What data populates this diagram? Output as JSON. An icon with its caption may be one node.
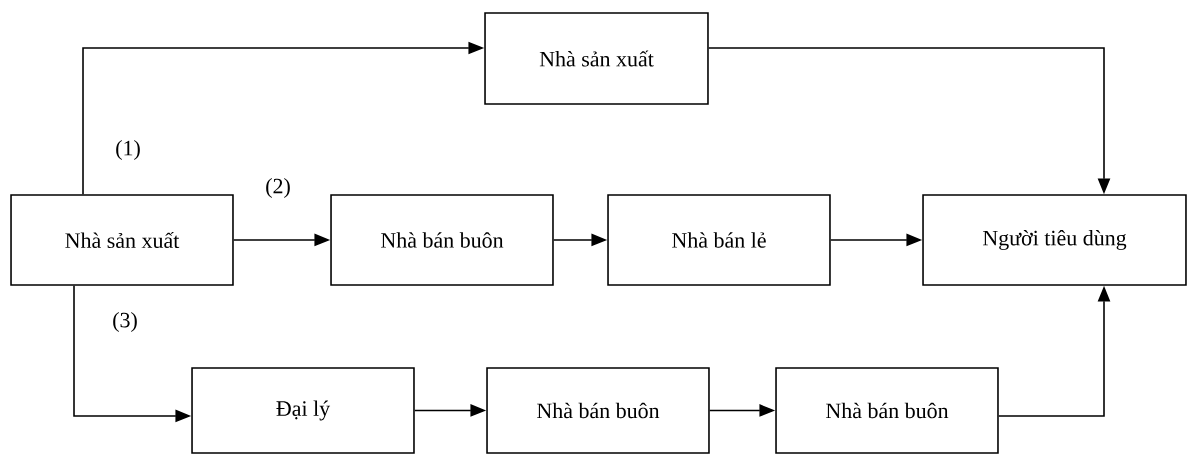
{
  "diagram": {
    "nodes": [
      {
        "text": [
          "Nhà sản xuất"
        ]
      },
      {
        "text": [
          "Nhà sản xuất"
        ]
      },
      {
        "text": [
          "Nhà bán buôn"
        ]
      },
      {
        "text": [
          "Nhà bán lẻ"
        ]
      },
      {
        "text": [
          "Người tiêu dùng"
        ]
      },
      {
        "text": [
          "Đại lý"
        ]
      },
      {
        "text": [
          "Nhà bán buôn"
        ]
      },
      {
        "text": [
          "Nhà bán buôn"
        ]
      }
    ],
    "edges": [
      {
        "from": 1,
        "to": 0,
        "arrow": "to"
      },
      {
        "from": 0,
        "to": 4,
        "arrow": "to"
      },
      {
        "from": 1,
        "to": 2,
        "arrow": "to"
      },
      {
        "from": 2,
        "to": 3,
        "arrow": "to"
      },
      {
        "from": 3,
        "to": 4,
        "arrow": "to"
      },
      {
        "from": 1,
        "to": 5,
        "arrow": "to"
      },
      {
        "from": 5,
        "to": 6,
        "arrow": "to"
      },
      {
        "from": 6,
        "to": 7,
        "arrow": "to"
      },
      {
        "from": 7,
        "to": 4,
        "arrow": "to"
      }
    ],
    "labels": [
      "(1)",
      "(2)",
      "(3)"
    ]
  }
}
